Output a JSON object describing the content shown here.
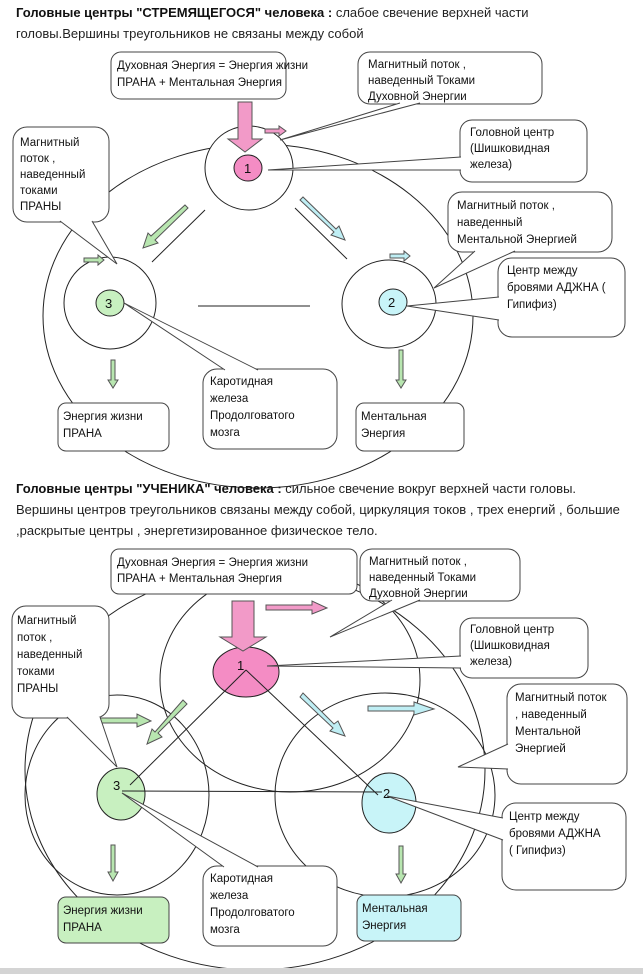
{
  "section1": {
    "heading_bold": "Головные центры \"СТРЕМЯЩЕГОСЯ\" человека :",
    "heading_text": " слабое свечение верхней части головы.Вершины треугольников не связаны между собой",
    "callouts": {
      "spiritual_energy": [
        "Духовная Энергия = Энергия жизни",
        "ПРАНА + Ментальная Энергия"
      ],
      "magnetic_flux_spiritual": [
        "Магнитный поток ,",
        "наведенный Токами",
        "Духовной Энергии"
      ],
      "head_center": [
        "Головной центр",
        "(Шишковидная",
        "железа)"
      ],
      "magnetic_flux_prana": [
        "Магнитный",
        "поток ,",
        "наведенный",
        "токами",
        "ПРАНЫ"
      ],
      "magnetic_flux_mental": [
        "Магнитный поток ,",
        "наведенный",
        "Ментальной  Энергией"
      ],
      "ajna_center": [
        "Центр между",
        "бровями АДЖНА (",
        "Гипифиз)"
      ],
      "carotid_gland": [
        "Каротидная",
        "железа",
        "Продолговатого",
        "мозга"
      ],
      "prana_energy": [
        " Энергия жизни",
        "ПРАНА"
      ],
      "mental_energy": [
        " Ментальная",
        "Энергия"
      ]
    },
    "centers": [
      "1",
      "2",
      "3"
    ]
  },
  "section2": {
    "heading_bold": "Головные центры \"УЧЕНИКА\" человека :",
    "heading_text": " сильное  свечение вокруг верхней части головы. Вершины центров треугольников  связаны между собой, циркуляция токов , трех енергий , большие ,раскрытые центры , энергетизированное физическое тело.",
    "callouts": {
      "spiritual_energy": [
        "Духовная Энергия = Энергия жизни",
        "ПРАНА + Ментальная Энергия"
      ],
      "magnetic_flux_spiritual": [
        "Магнитный поток ,",
        "наведенный Токами",
        "Духовной Энергии"
      ],
      "head_center": [
        "Головной центр",
        "(Шишковидная",
        "железа)"
      ],
      "magnetic_flux_prana": [
        "Магнитный",
        "поток ,",
        "наведенный",
        "токами",
        "ПРАНЫ"
      ],
      "magnetic_flux_mental": [
        "Магнитный поток",
        ", наведенный",
        "Ментальной",
        "Энергией"
      ],
      "ajna_center": [
        "Центр между",
        "бровями АДЖНА",
        "( Гипифиз)"
      ],
      "carotid_gland": [
        "Каротидная",
        "железа",
        "Продолговатого",
        "мозга"
      ],
      "prana_energy": [
        " Энергия жизни",
        "ПРАНА"
      ],
      "mental_energy": [
        " Ментальная",
        "Энергия"
      ]
    },
    "centers": [
      "1",
      "2",
      "3"
    ]
  },
  "colors": {
    "pink": "#f48cc4",
    "pink_arrow": "#f29ac8",
    "green": "#c8f0c0",
    "green_arrow": "#b8e6b0",
    "cyan": "#c8f4f8",
    "cyan_arrow": "#bfeef4",
    "stroke": "#222222",
    "box_stroke": "#555555"
  }
}
